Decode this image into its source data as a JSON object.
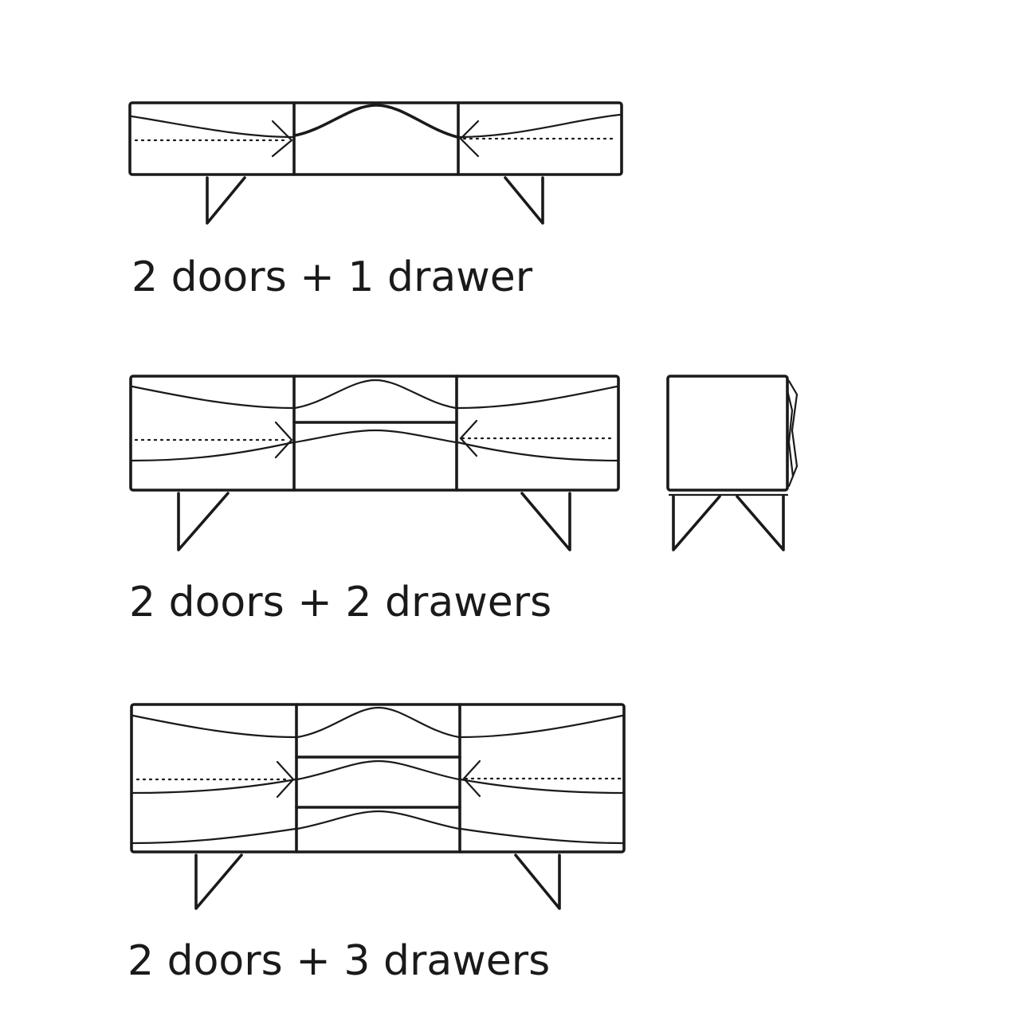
{
  "variants": [
    {
      "caption": "2 doors + 1 drawer"
    },
    {
      "caption": "2 doors + 2 drawers"
    },
    {
      "caption": "2 doors + 3 drawers"
    }
  ],
  "colors": {
    "line": "#1a1a1a",
    "background": "#ffffff"
  }
}
